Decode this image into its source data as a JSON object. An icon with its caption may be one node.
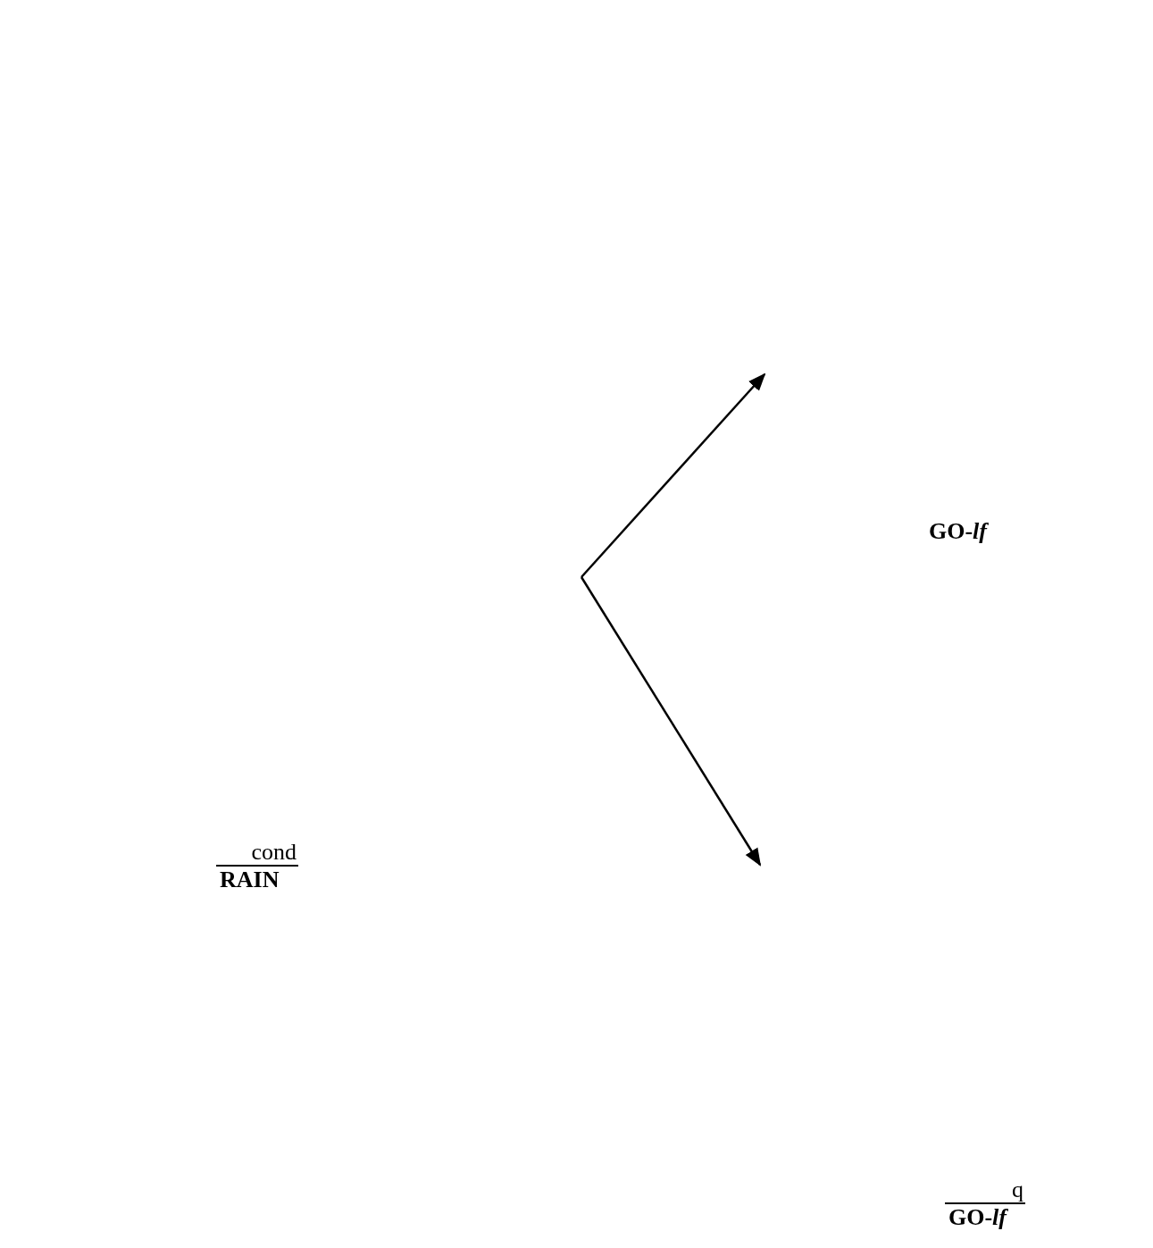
{
  "diagram": {
    "nodes": [
      {
        "text": [
          "cond",
          "RAIN"
        ]
      },
      {
        "text": [
          "GO-*lf*"
        ]
      },
      {
        "text": [
          "q",
          "GO-*lf*"
        ]
      }
    ]
  }
}
